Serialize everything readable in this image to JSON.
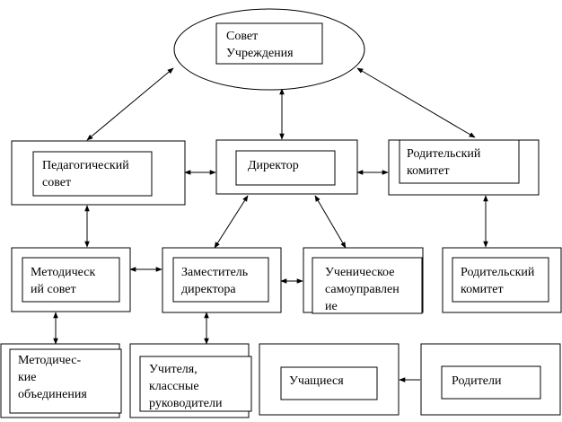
{
  "nodes": [
    {
      "id": "sovet",
      "shape": "ellipse",
      "lines": [
        "Совет",
        "Учреждения"
      ]
    },
    {
      "id": "ped",
      "lines": [
        "Педагогический",
        "совет"
      ]
    },
    {
      "id": "dir",
      "lines": [
        "Директор"
      ]
    },
    {
      "id": "rod1",
      "lines": [
        "Родительский",
        "комитет"
      ]
    },
    {
      "id": "met",
      "lines": [
        "Методическ",
        "ий совет"
      ]
    },
    {
      "id": "zam",
      "lines": [
        "Заместитель",
        "директора"
      ]
    },
    {
      "id": "uch",
      "lines": [
        "Ученическое",
        "самоуправлен",
        "ие"
      ]
    },
    {
      "id": "rod2",
      "lines": [
        "Родительский",
        "комитет"
      ]
    },
    {
      "id": "mo",
      "lines": [
        "Методичес-",
        "кие",
        "объединения"
      ]
    },
    {
      "id": "teach",
      "lines": [
        "Учителя,",
        "классные",
        "руководители"
      ]
    },
    {
      "id": "stud",
      "lines": [
        "Учащиеся"
      ]
    },
    {
      "id": "par",
      "lines": [
        "Родители"
      ]
    }
  ],
  "edges": [
    {
      "from": "sovet",
      "to": "ped",
      "arrows": "both"
    },
    {
      "from": "sovet",
      "to": "dir",
      "arrows": "both"
    },
    {
      "from": "sovet",
      "to": "rod1",
      "arrows": "both"
    },
    {
      "from": "ped",
      "to": "dir",
      "arrows": "both"
    },
    {
      "from": "dir",
      "to": "rod1",
      "arrows": "both"
    },
    {
      "from": "ped",
      "to": "met",
      "arrows": "both"
    },
    {
      "from": "dir",
      "to": "zam",
      "arrows": "both"
    },
    {
      "from": "dir",
      "to": "uch",
      "arrows": "both"
    },
    {
      "from": "rod1",
      "to": "rod2",
      "arrows": "both"
    },
    {
      "from": "met",
      "to": "zam",
      "arrows": "both"
    },
    {
      "from": "zam",
      "to": "uch",
      "arrows": "both"
    },
    {
      "from": "met",
      "to": "mo",
      "arrows": "both"
    },
    {
      "from": "zam",
      "to": "teach",
      "arrows": "both"
    },
    {
      "from": "par",
      "to": "stud",
      "arrows": "end"
    }
  ]
}
